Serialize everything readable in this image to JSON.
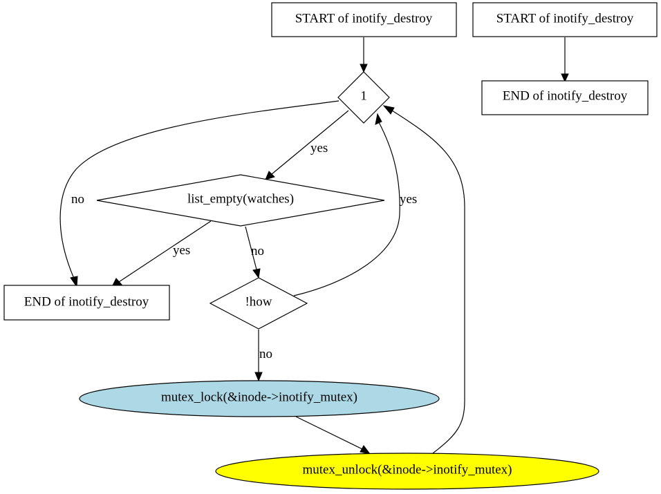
{
  "nodes": {
    "start_1": {
      "label": "START of inotify_destroy",
      "shape": "box"
    },
    "start_2": {
      "label": "START of inotify_destroy",
      "shape": "box"
    },
    "end_top": {
      "label": "END of inotify_destroy",
      "shape": "box"
    },
    "loop_cond": {
      "label": "1",
      "shape": "diamond"
    },
    "list_empty": {
      "label": "list_empty(watches)",
      "shape": "diamond"
    },
    "end_left": {
      "label": "END of inotify_destroy",
      "shape": "box"
    },
    "not_wow": {
      "label": "!how",
      "shape": "diamond"
    },
    "mutex_lock": {
      "label": "mutex_lock(&inode->inotify_mutex)",
      "shape": "ellipse",
      "fill": "#add8e6"
    },
    "mutex_unlock": {
      "label": "mutex_unlock(&inode->inotify_mutex)",
      "shape": "ellipse",
      "fill": "#ffff00"
    }
  },
  "edges": {
    "loop_to_end_left": {
      "label": "no"
    },
    "loop_to_list_empty": {
      "label": "yes"
    },
    "list_empty_to_end_left": {
      "label": "yes"
    },
    "list_empty_to_not_wow": {
      "label": "no"
    },
    "not_wow_to_loop": {
      "label": "yes"
    },
    "not_wow_to_mutex_lock": {
      "label": "no"
    }
  }
}
